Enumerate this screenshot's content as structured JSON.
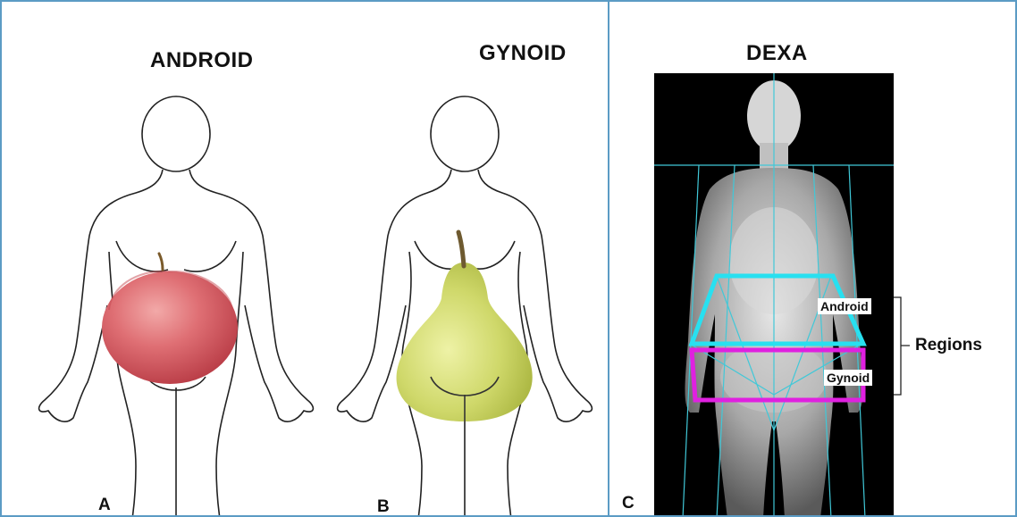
{
  "panels": {
    "android": {
      "title": "ANDROID",
      "letter": "A"
    },
    "gynoid": {
      "title": "GYNOID",
      "letter": "B"
    },
    "dexa": {
      "title": "DEXA",
      "letter": "C",
      "android_label": "Android",
      "gynoid_label": "Gynoid",
      "regions_label": "Regions"
    }
  },
  "colors": {
    "panel_border": "#5b9bc4",
    "android_region": "#28e0f0",
    "gynoid_region": "#e020e0",
    "scan_grid": "#40c8d8",
    "apple": "#d9585f",
    "pear": "#c6d35a"
  }
}
